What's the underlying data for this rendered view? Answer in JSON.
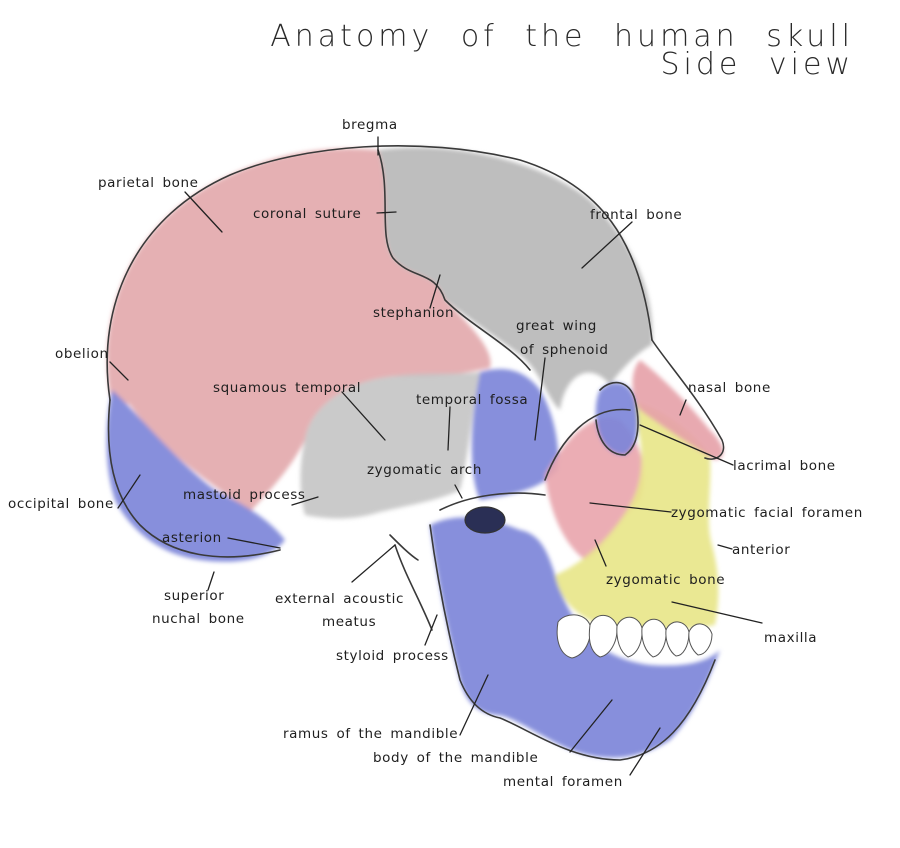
{
  "title": {
    "line1": "Anatomy of the human skull",
    "line2": "Side view"
  },
  "colors": {
    "parietal": "#e3a9ad",
    "frontal": "#b8b8b8",
    "temporal": "#c6c6c6",
    "occipital": "#7d86d9",
    "sphenoid": "#7d86d9",
    "mandible": "#7d86d9",
    "zygomatic": "#e9a6ae",
    "maxilla": "#e8e68a",
    "nasal": "#e6a2a9",
    "teeth": "#ffffff",
    "outline": "#3a3a3a"
  },
  "labels": {
    "bregma": "bregma",
    "parietal_bone": "parietal bone",
    "coronal_suture": "coronal suture",
    "frontal_bone": "frontal bone",
    "stephanion": "stephanion",
    "great_wing_1": "great wing",
    "great_wing_2": "of sphenoid",
    "obelion": "obelion",
    "squamous_temporal": "squamous temporal",
    "temporal_fossa": "temporal fossa",
    "nasal_bone": "nasal bone",
    "lacrimal_bone": "lacrimal bone",
    "zygomatic_arch": "zygomatic arch",
    "occipital_bone": "occipital bone",
    "mastoid_process": "mastoid process",
    "zygomatic_facial_foramen": "zygomatic facial foramen",
    "asterion": "asterion",
    "anterior": "anterior",
    "zygomatic_bone": "zygomatic bone",
    "superior_1": "superior",
    "superior_2": "nuchal bone",
    "external_acoustic": "external acoustic",
    "meatus": "meatus",
    "maxilla": "maxilla",
    "styloid_process": "styloid process",
    "ramus": "ramus of the mandible",
    "body_mandible": "body of the mandible",
    "mental_foramen": "mental foramen"
  }
}
